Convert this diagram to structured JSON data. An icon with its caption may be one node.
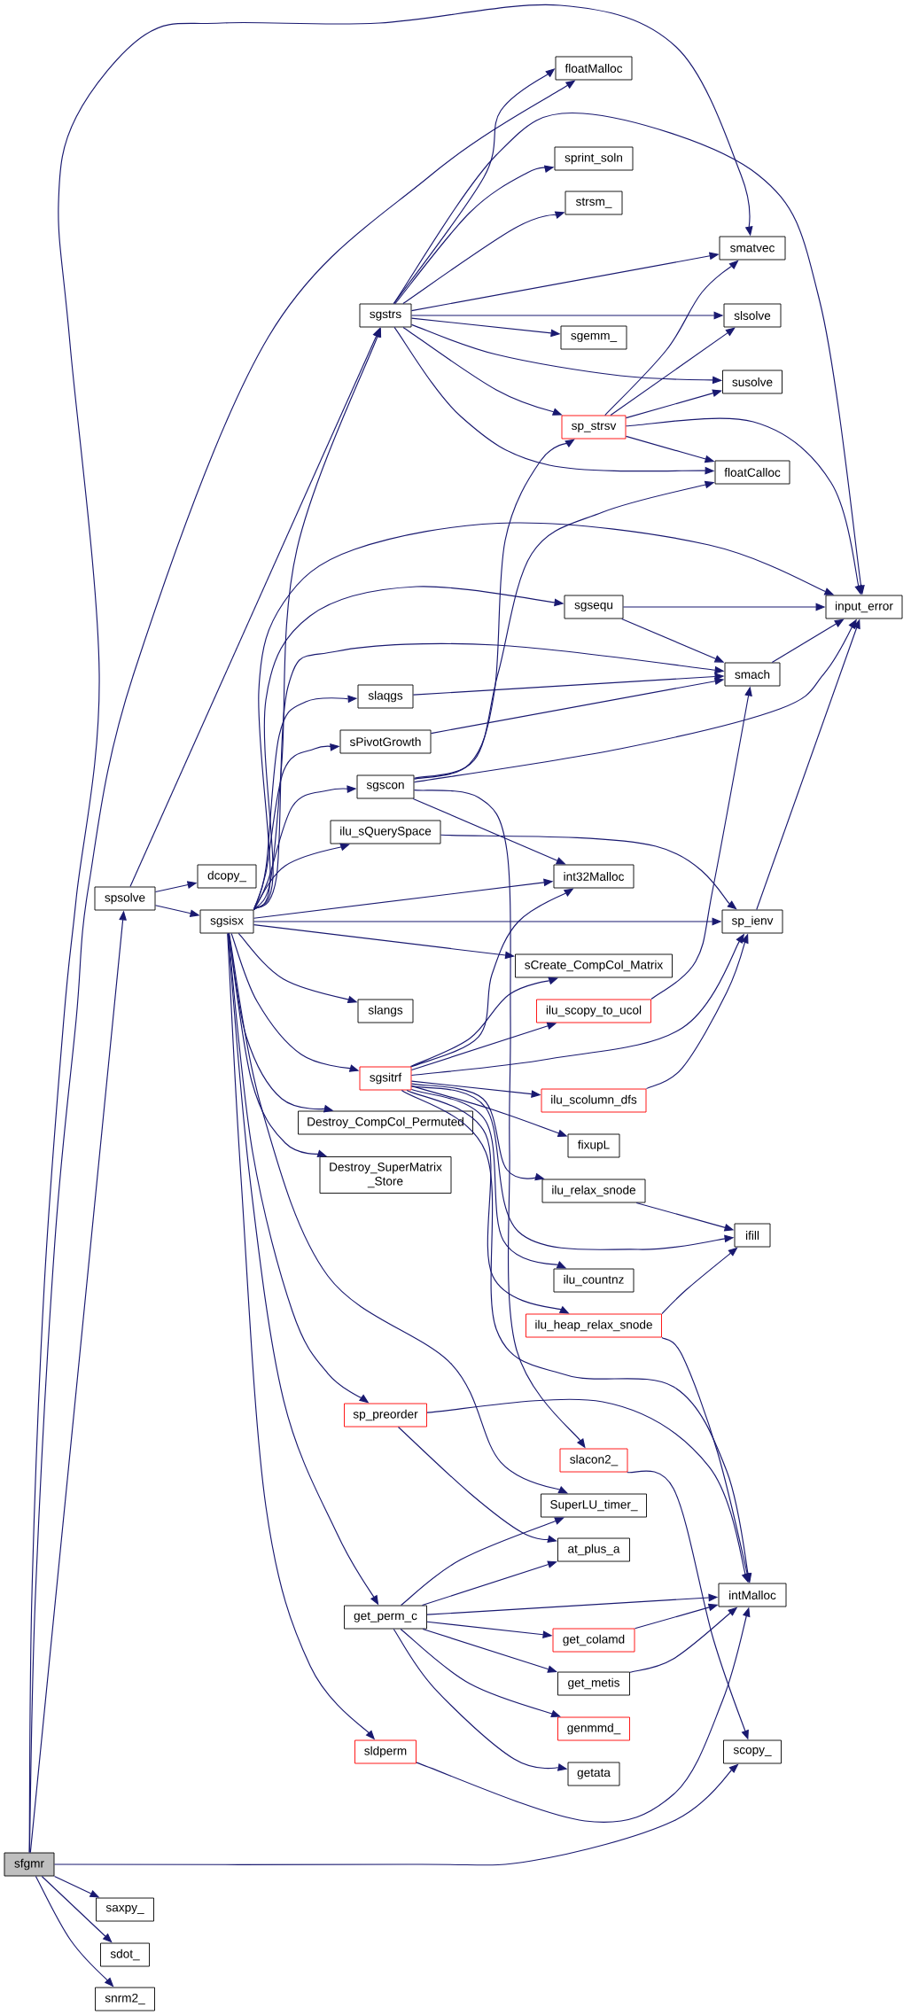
{
  "diagram": {
    "nodes": [
      {
        "text": [
          "floatMalloc"
        ]
      },
      {
        "text": [
          "sprint_soln"
        ]
      },
      {
        "text": [
          "strsm_"
        ]
      },
      {
        "text": [
          "smatvec"
        ]
      },
      {
        "text": [
          "sgstrs"
        ]
      },
      {
        "text": [
          "slsolve"
        ]
      },
      {
        "text": [
          "sgemm_"
        ]
      },
      {
        "text": [
          "susolve"
        ]
      },
      {
        "text": [
          "sp_strsv"
        ]
      },
      {
        "text": [
          "floatCalloc"
        ]
      },
      {
        "text": [
          "sgsequ"
        ]
      },
      {
        "text": [
          "input_error"
        ]
      },
      {
        "text": [
          "smach"
        ]
      },
      {
        "text": [
          "slaqgs"
        ]
      },
      {
        "text": [
          "sPivotGrowth"
        ]
      },
      {
        "text": [
          "sgscon"
        ]
      },
      {
        "text": [
          "ilu_sQuerySpace"
        ]
      },
      {
        "text": [
          "dcopy_"
        ]
      },
      {
        "text": [
          "int32Malloc"
        ]
      },
      {
        "text": [
          "spsolve"
        ]
      },
      {
        "text": [
          "sgsisx"
        ]
      },
      {
        "text": [
          "sp_ienv"
        ]
      },
      {
        "text": [
          "sCreate_CompCol_Matrix"
        ]
      },
      {
        "text": [
          "slangs"
        ]
      },
      {
        "text": [
          "ilu_scopy_to_ucol"
        ]
      },
      {
        "text": [
          "sgsitrf"
        ]
      },
      {
        "text": [
          "ilu_scolumn_dfs"
        ]
      },
      {
        "text": [
          "Destroy_CompCol_Permuted"
        ]
      },
      {
        "text": [
          "fixupL"
        ]
      },
      {
        "text": [
          "Destroy_SuperMatrix _Store"
        ]
      },
      {
        "text": [
          "ilu_relax_snode"
        ]
      },
      {
        "text": [
          "ifill"
        ]
      },
      {
        "text": [
          "ilu_countnz"
        ]
      },
      {
        "text": [
          "ilu_heap_relax_snode"
        ]
      },
      {
        "text": [
          "sp_preorder"
        ]
      },
      {
        "text": [
          "slacon2_"
        ]
      },
      {
        "text": [
          "SuperLU_timer_"
        ]
      },
      {
        "text": [
          "at_plus_a"
        ]
      },
      {
        "text": [
          "intMalloc"
        ]
      },
      {
        "text": [
          "get_perm_c"
        ]
      },
      {
        "text": [
          "get_colamd"
        ]
      },
      {
        "text": [
          "get_metis"
        ]
      },
      {
        "text": [
          "genmmd_"
        ]
      },
      {
        "text": [
          "sldperm"
        ]
      },
      {
        "text": [
          "scopy_"
        ]
      },
      {
        "text": [
          "getata"
        ]
      },
      {
        "text": [
          "sfgmr"
        ]
      },
      {
        "text": [
          "saxpy_"
        ]
      },
      {
        "text": [
          "sdot_"
        ]
      },
      {
        "text": [
          "snrm2_"
        ]
      }
    ],
    "edges": [
      {
        "from": 46,
        "to": 19,
        "arrow": "to"
      },
      {
        "from": 46,
        "to": 0,
        "arrow": "to"
      },
      {
        "from": 46,
        "to": 3,
        "arrow": "to"
      },
      {
        "from": 46,
        "to": 44,
        "arrow": "to"
      },
      {
        "from": 46,
        "to": 47,
        "arrow": "to"
      },
      {
        "from": 46,
        "to": 48,
        "arrow": "to"
      },
      {
        "from": 46,
        "to": 49,
        "arrow": "to"
      },
      {
        "from": 19,
        "to": 4,
        "arrow": "to"
      },
      {
        "from": 19,
        "to": 17,
        "arrow": "to"
      },
      {
        "from": 19,
        "to": 20,
        "arrow": "to"
      },
      {
        "from": 4,
        "to": 0,
        "arrow": "to"
      },
      {
        "from": 4,
        "to": 11,
        "arrow": "to"
      },
      {
        "from": 4,
        "to": 1,
        "arrow": "to"
      },
      {
        "from": 4,
        "to": 2,
        "arrow": "to"
      },
      {
        "from": 4,
        "to": 3,
        "arrow": "to"
      },
      {
        "from": 4,
        "to": 5,
        "arrow": "to"
      },
      {
        "from": 4,
        "to": 6,
        "arrow": "to"
      },
      {
        "from": 4,
        "to": 7,
        "arrow": "to"
      },
      {
        "from": 4,
        "to": 8,
        "arrow": "to"
      },
      {
        "from": 4,
        "to": 9,
        "arrow": "to"
      },
      {
        "from": 8,
        "to": 3,
        "arrow": "to"
      },
      {
        "from": 8,
        "to": 5,
        "arrow": "to"
      },
      {
        "from": 8,
        "to": 7,
        "arrow": "to"
      },
      {
        "from": 8,
        "to": 9,
        "arrow": "to"
      },
      {
        "from": 8,
        "to": 11,
        "arrow": "to"
      },
      {
        "from": 20,
        "to": 4,
        "arrow": "to"
      },
      {
        "from": 20,
        "to": 11,
        "arrow": "to"
      },
      {
        "from": 20,
        "to": 10,
        "arrow": "to"
      },
      {
        "from": 20,
        "to": 12,
        "arrow": "to"
      },
      {
        "from": 20,
        "to": 13,
        "arrow": "to"
      },
      {
        "from": 20,
        "to": 14,
        "arrow": "to"
      },
      {
        "from": 20,
        "to": 15,
        "arrow": "to"
      },
      {
        "from": 20,
        "to": 16,
        "arrow": "to"
      },
      {
        "from": 20,
        "to": 18,
        "arrow": "to"
      },
      {
        "from": 20,
        "to": 21,
        "arrow": "to"
      },
      {
        "from": 20,
        "to": 22,
        "arrow": "to"
      },
      {
        "from": 20,
        "to": 23,
        "arrow": "to"
      },
      {
        "from": 20,
        "to": 25,
        "arrow": "to"
      },
      {
        "from": 20,
        "to": 27,
        "arrow": "to"
      },
      {
        "from": 20,
        "to": 29,
        "arrow": "to"
      },
      {
        "from": 20,
        "to": 34,
        "arrow": "to"
      },
      {
        "from": 20,
        "to": 36,
        "arrow": "to"
      },
      {
        "from": 20,
        "to": 39,
        "arrow": "to"
      },
      {
        "from": 20,
        "to": 43,
        "arrow": "to"
      },
      {
        "from": 10,
        "to": 11,
        "arrow": "to"
      },
      {
        "from": 10,
        "to": 12,
        "arrow": "to"
      },
      {
        "from": 12,
        "to": 11,
        "arrow": "to"
      },
      {
        "from": 13,
        "to": 12,
        "arrow": "to"
      },
      {
        "from": 14,
        "to": 12,
        "arrow": "to"
      },
      {
        "from": 15,
        "to": 8,
        "arrow": "to"
      },
      {
        "from": 15,
        "to": 9,
        "arrow": "to"
      },
      {
        "from": 15,
        "to": 11,
        "arrow": "to"
      },
      {
        "from": 15,
        "to": 18,
        "arrow": "to"
      },
      {
        "from": 15,
        "to": 35,
        "arrow": "to"
      },
      {
        "from": 16,
        "to": 21,
        "arrow": "to"
      },
      {
        "from": 21,
        "to": 11,
        "arrow": "to"
      },
      {
        "from": 24,
        "to": 12,
        "arrow": "to"
      },
      {
        "from": 25,
        "to": 18,
        "arrow": "to"
      },
      {
        "from": 25,
        "to": 21,
        "arrow": "to"
      },
      {
        "from": 25,
        "to": 22,
        "arrow": "to"
      },
      {
        "from": 25,
        "to": 24,
        "arrow": "to"
      },
      {
        "from": 25,
        "to": 26,
        "arrow": "to"
      },
      {
        "from": 25,
        "to": 28,
        "arrow": "to"
      },
      {
        "from": 25,
        "to": 30,
        "arrow": "to"
      },
      {
        "from": 25,
        "to": 31,
        "arrow": "to"
      },
      {
        "from": 25,
        "to": 32,
        "arrow": "to"
      },
      {
        "from": 25,
        "to": 33,
        "arrow": "to"
      },
      {
        "from": 25,
        "to": 38,
        "arrow": "to"
      },
      {
        "from": 26,
        "to": 21,
        "arrow": "to"
      },
      {
        "from": 30,
        "to": 31,
        "arrow": "to"
      },
      {
        "from": 33,
        "to": 31,
        "arrow": "to"
      },
      {
        "from": 33,
        "to": 38,
        "arrow": "to"
      },
      {
        "from": 34,
        "to": 37,
        "arrow": "to"
      },
      {
        "from": 34,
        "to": 38,
        "arrow": "to"
      },
      {
        "from": 35,
        "to": 44,
        "arrow": "to"
      },
      {
        "from": 39,
        "to": 36,
        "arrow": "to"
      },
      {
        "from": 39,
        "to": 37,
        "arrow": "to"
      },
      {
        "from": 39,
        "to": 38,
        "arrow": "to"
      },
      {
        "from": 39,
        "to": 40,
        "arrow": "to"
      },
      {
        "from": 39,
        "to": 41,
        "arrow": "to"
      },
      {
        "from": 39,
        "to": 42,
        "arrow": "to"
      },
      {
        "from": 39,
        "to": 45,
        "arrow": "to"
      },
      {
        "from": 40,
        "to": 38,
        "arrow": "to"
      },
      {
        "from": 41,
        "to": 38,
        "arrow": "to"
      },
      {
        "from": 43,
        "to": 38,
        "arrow": "to"
      }
    ]
  }
}
